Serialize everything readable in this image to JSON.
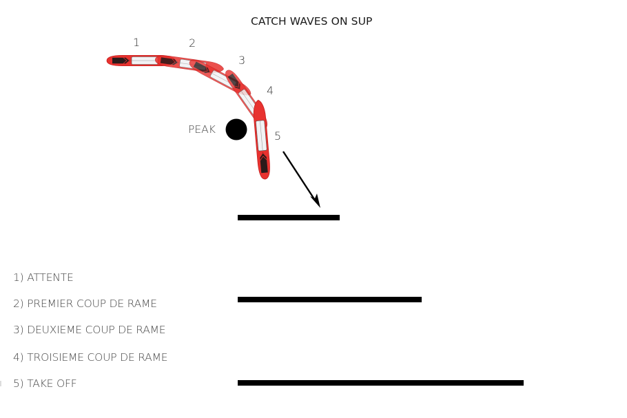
{
  "title": "CATCH WAVES ON SUP",
  "positions": [
    {
      "number": "1"
    },
    {
      "number": "2"
    },
    {
      "number": "3"
    },
    {
      "number": "4"
    },
    {
      "number": "5"
    }
  ],
  "peak_label": "PEAK",
  "legend": [
    {
      "label": "1) ATTENTE"
    },
    {
      "label": "2) PREMIER COUP DE RAME"
    },
    {
      "label": "3) DEUXIEME COUP DE RAME"
    },
    {
      "label": "4) TROISIEME COUP DE RAME"
    },
    {
      "label": "5) TAKE OFF"
    }
  ],
  "bars": [
    {
      "name": "short",
      "relative_length": 0.36
    },
    {
      "name": "medium",
      "relative_length": 0.65
    },
    {
      "name": "long",
      "relative_length": 1.0
    }
  ],
  "colors": {
    "board_red": "#e8322f",
    "board_dark": "#2a1a1a",
    "deck_pad": "#f2f2f4",
    "peak": "#000000",
    "bar": "#000000",
    "text": "#444444"
  },
  "icons": {
    "peak_marker": "filled-circle",
    "direction": "arrow-down-right",
    "boards": "sup-board"
  }
}
